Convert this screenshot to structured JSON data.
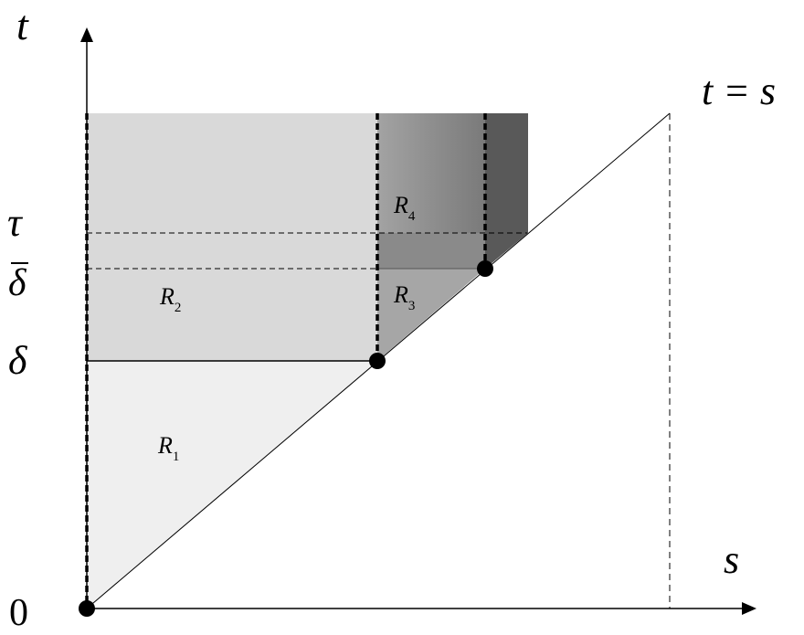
{
  "axes": {
    "t_label": "t",
    "s_label": "s",
    "origin_label": "0",
    "diagonal_label": "t = s"
  },
  "y_ticks": {
    "tau": "τ",
    "delta_bar": "δ",
    "delta": "δ"
  },
  "regions": {
    "r1": {
      "main": "R",
      "sub": "1"
    },
    "r2": {
      "main": "R",
      "sub": "2"
    },
    "r3": {
      "main": "R",
      "sub": "3"
    },
    "r4": {
      "main": "R",
      "sub": "4"
    }
  },
  "colors": {
    "region1_fill": "#efefef",
    "region2_fill": "#d9d9d9",
    "region3_fill": "#a6a6a6",
    "region4_gradient_start": "#a3a3a3",
    "region4_gradient_end": "#7a7a7a",
    "region_dark_strip": "#595959",
    "line": "#000000"
  }
}
